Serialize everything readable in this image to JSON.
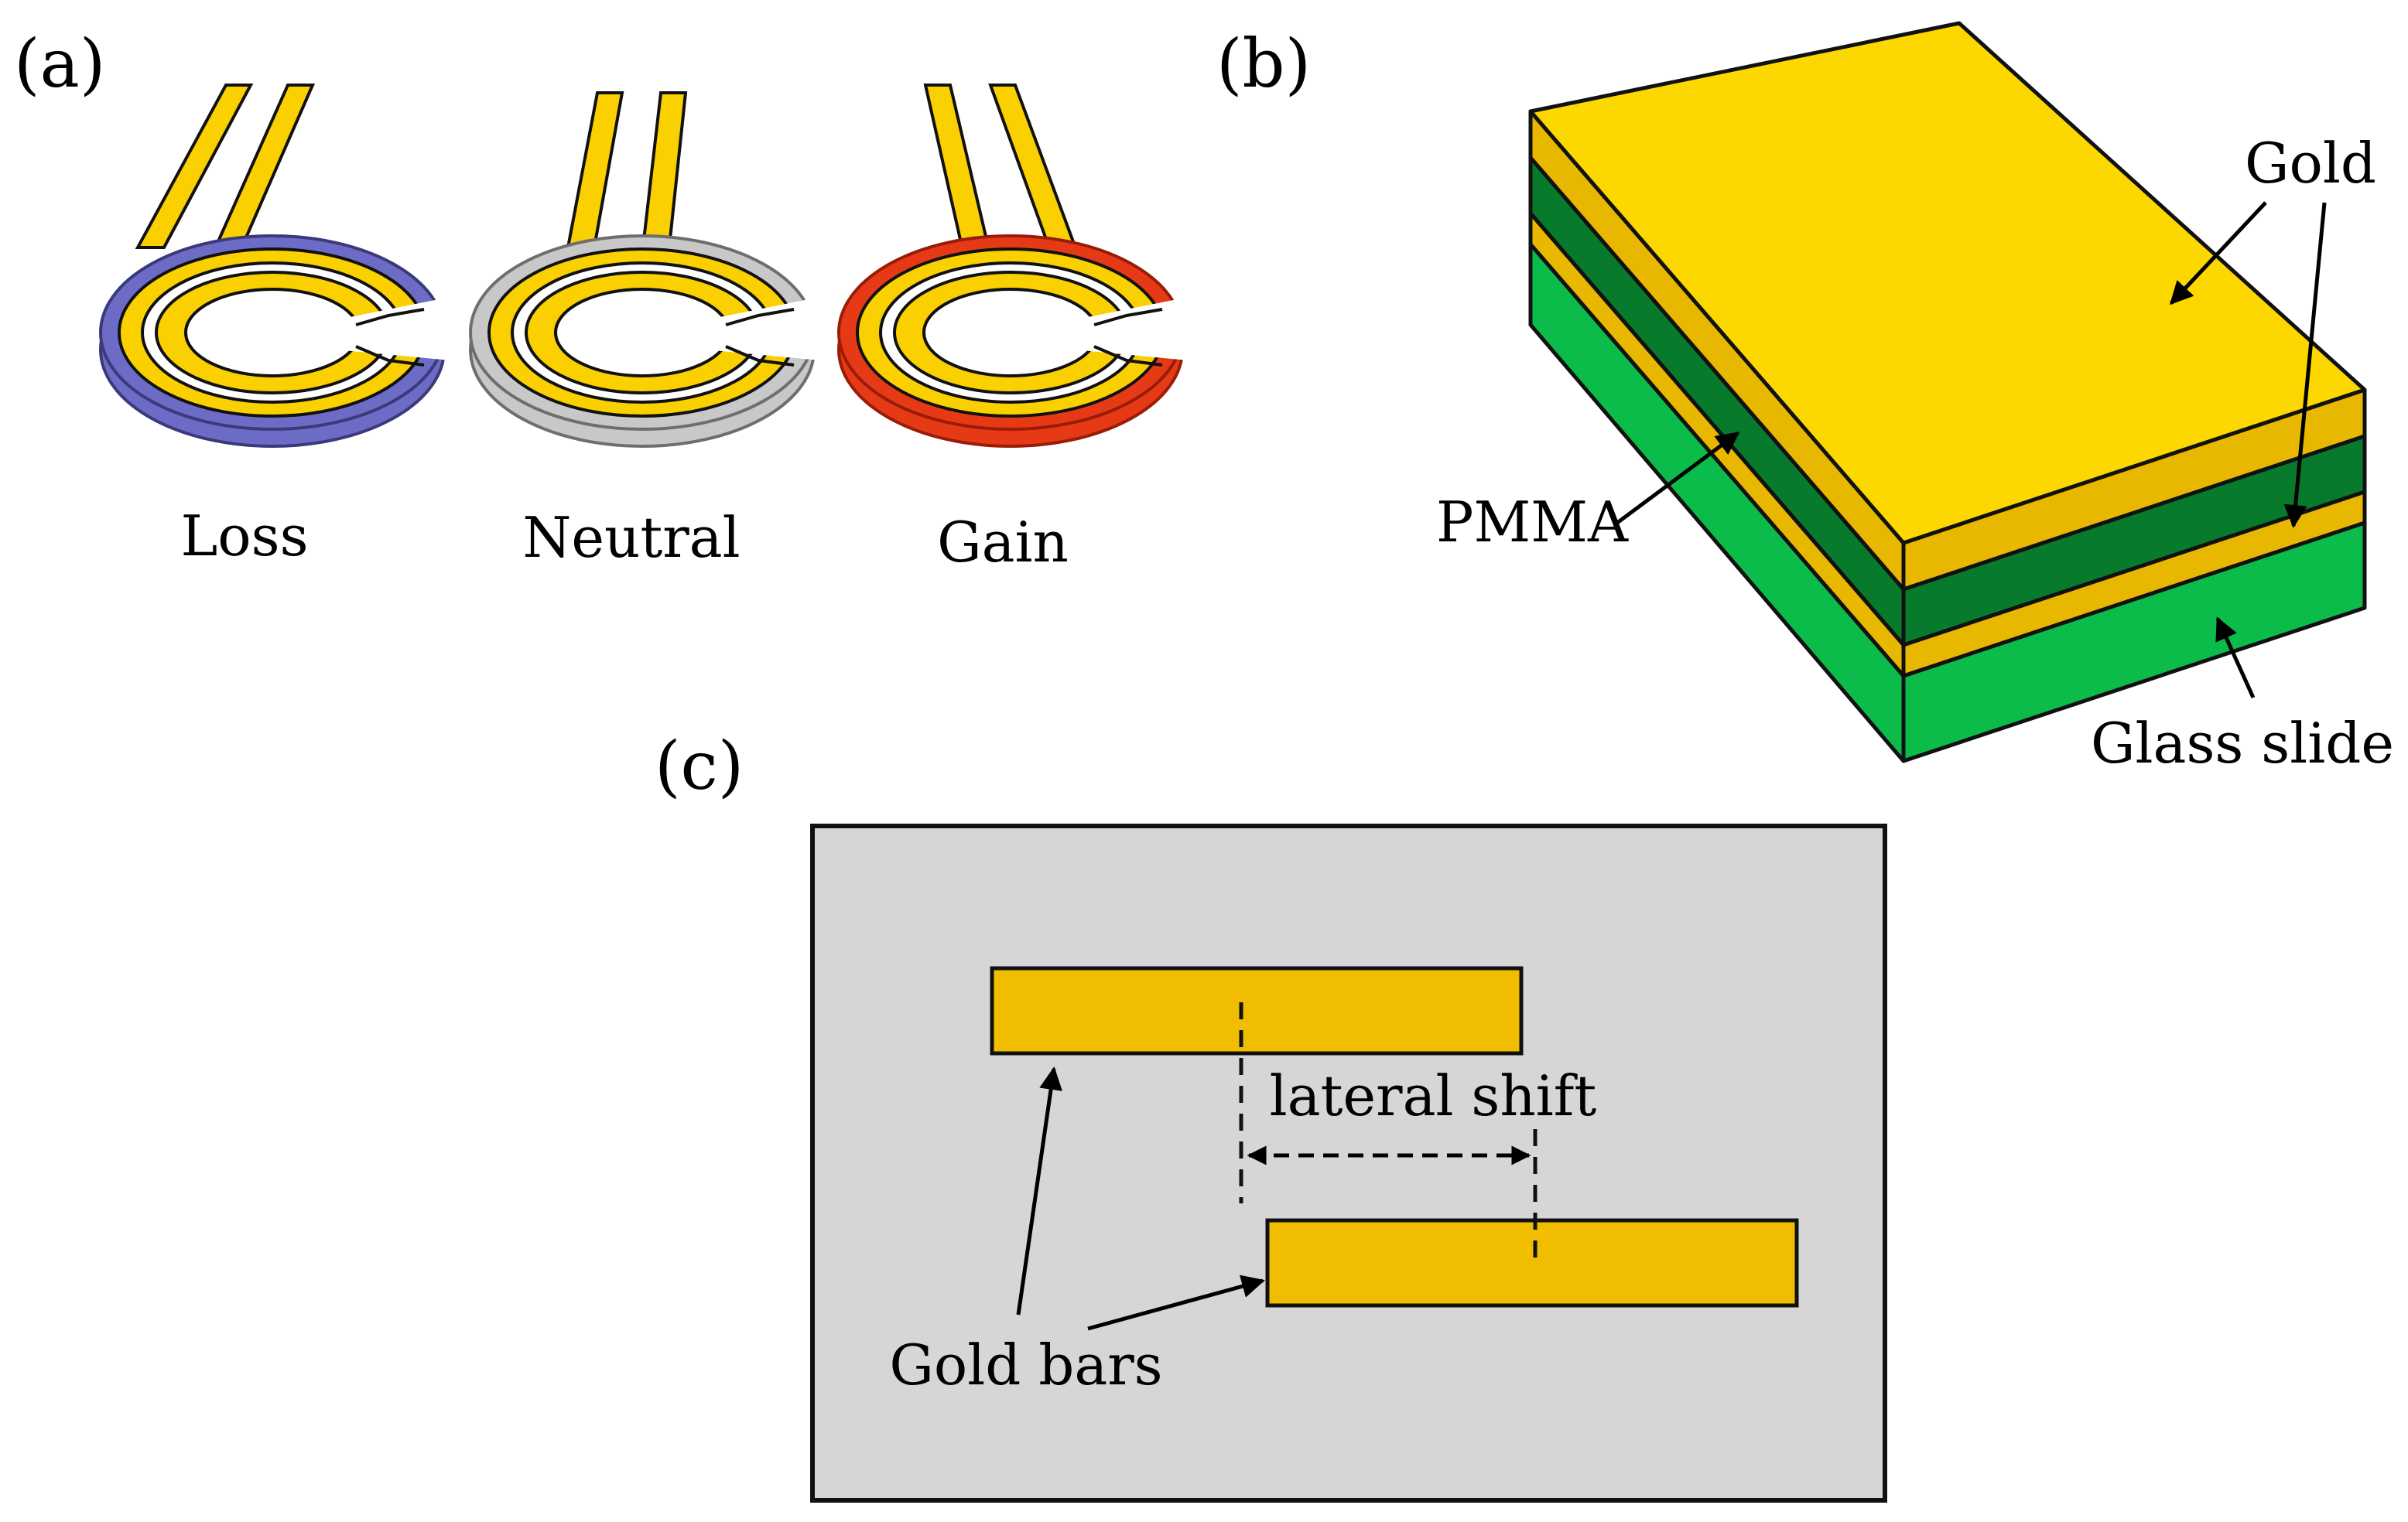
{
  "panel_a": {
    "label": "(a)",
    "resonators": [
      {
        "caption": "Loss",
        "ring_color": "#6c6cc6",
        "ring_stroke": "#3a3a7a"
      },
      {
        "caption": "Neutral",
        "ring_color": "#c8c8c8",
        "ring_stroke": "#6e6e6e"
      },
      {
        "caption": "Gain",
        "ring_color": "#e63a16",
        "ring_stroke": "#9a1c08"
      }
    ]
  },
  "panel_b": {
    "label": "(b)",
    "labels": {
      "gold": "Gold",
      "pmma": "PMMA",
      "glass": "Glass slide"
    },
    "colors": {
      "gold_top": "#fcd700",
      "gold_side": "#e8b800",
      "pmma": "#087a2c",
      "glass": "#0cbc4a"
    }
  },
  "panel_c": {
    "label": "(c)",
    "labels": {
      "shift": "lateral shift",
      "bars": "Gold bars"
    },
    "colors": {
      "background": "#d6d6d6",
      "bar": "#f0bd00"
    }
  },
  "colors": {
    "gold": "#fad000",
    "outline": "#111111"
  }
}
